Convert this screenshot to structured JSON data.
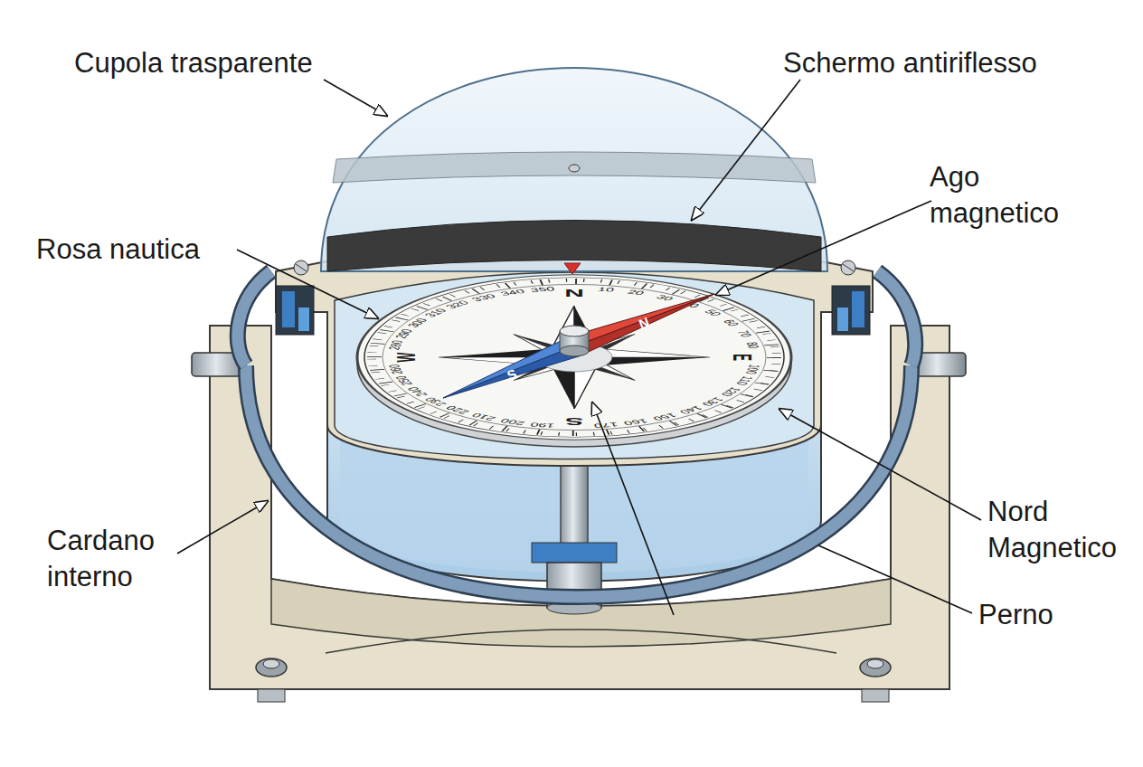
{
  "diagram": {
    "labels": [
      "Cupola trasparente",
      "Schermo antiriflesso",
      "Ago magnetico",
      "Rosa nautica",
      "Cardano interno",
      "Nord Magnetico",
      "Perno",
      "N",
      "E",
      "S",
      "W",
      "10",
      "20",
      "30",
      "40",
      "50",
      "60",
      "70",
      "80",
      "100",
      "110",
      "120",
      "130",
      "140",
      "150",
      "160",
      "170",
      "190",
      "200",
      "210",
      "220",
      "230",
      "240",
      "250",
      "260",
      "280",
      "290",
      "300",
      "310",
      "320",
      "330",
      "340",
      "350",
      "N",
      "S"
    ]
  }
}
